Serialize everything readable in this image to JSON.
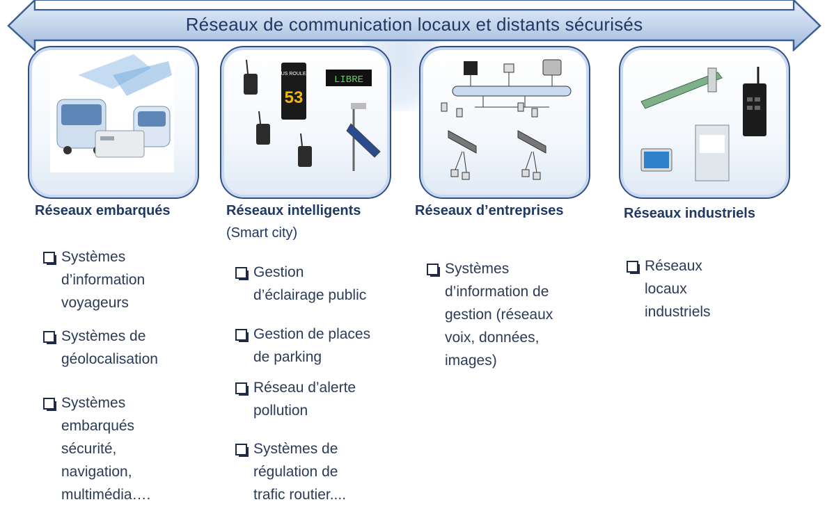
{
  "banner": {
    "title": "Réseaux de communication locaux et distants sécurisés"
  },
  "cards": {
    "c1": {
      "icon": "vehicles-icon"
    },
    "c2": {
      "icon": "smart-city-devices-icon",
      "screen_sign": "LIBRE",
      "speed_sign_top": "VOUS ROULEZ À",
      "speed_sign_value": "53"
    },
    "c3": {
      "icon": "enterprise-network-icon"
    },
    "c4": {
      "icon": "industrial-equipment-icon"
    }
  },
  "columns": [
    {
      "heading": "Réseaux embarqués",
      "items": [
        [
          "Systèmes",
          "d’information",
          "voyageurs"
        ],
        [
          "Systèmes de",
          "géolocalisation"
        ],
        [
          "Systèmes",
          "embarqués",
          "sécurité,",
          "navigation,",
          "multimédia…."
        ]
      ]
    },
    {
      "heading": "Réseaux intelligents",
      "subheading": "(Smart city)",
      "items": [
        [
          "Gestion",
          "d’éclairage public"
        ],
        [
          "Gestion de places",
          "de parking"
        ],
        [
          "Réseau d’alerte",
          "pollution"
        ],
        [
          "Systèmes de",
          "régulation de",
          "trafic routier...."
        ]
      ]
    },
    {
      "heading": "Réseaux d’entreprises",
      "items": [
        [
          "Systèmes",
          "d’information de",
          "gestion (réseaux",
          "voix, données,",
          "images)"
        ]
      ]
    },
    {
      "heading": "Réseaux industriels",
      "items": [
        [
          "Réseaux",
          "locaux",
          "industriels"
        ]
      ]
    }
  ]
}
